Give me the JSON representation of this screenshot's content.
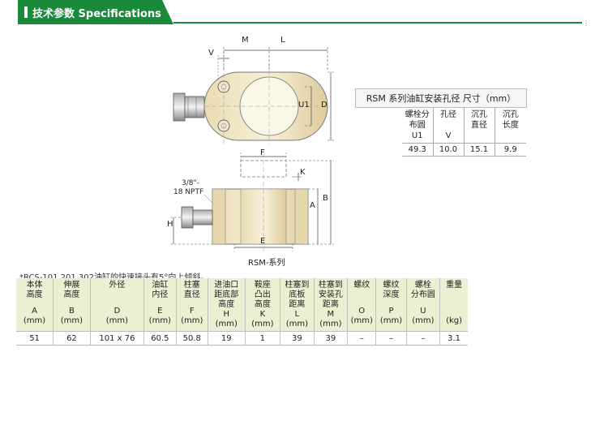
{
  "header": {
    "title": "技术参数 Specifications",
    "accent_color": "#1a8a3a"
  },
  "drawing": {
    "labels": {
      "V": "V",
      "M": "M",
      "L": "L",
      "U1": "U1",
      "D": "D",
      "F": "F",
      "K": "K",
      "A": "A",
      "B": "B",
      "H": "H",
      "E": "E",
      "port_line1": "3/8\"-",
      "port_line2": "18 NPTF"
    },
    "caption": "RSM-系列"
  },
  "rsm_table": {
    "caption": "RSM 系列油缸安装孔径 尺寸（mm）",
    "headers": [
      "螺栓分布圆 U1",
      "孔径 V",
      "沉孔直径",
      "沉孔长度"
    ],
    "values": [
      "49.3",
      "10.0",
      "15.1",
      "9.9"
    ]
  },
  "note": "*RCS-101,201,302油缸的快速接头有5°向上倾斜。",
  "spec_table": {
    "columns": [
      {
        "name": "本体高度",
        "symbol": "A",
        "unit": "(mm)"
      },
      {
        "name": "伸展高度",
        "symbol": "B",
        "unit": "(mm)"
      },
      {
        "name": "外径",
        "symbol": "D",
        "unit": "(mm)"
      },
      {
        "name": "油缸内径",
        "symbol": "E",
        "unit": "(mm)"
      },
      {
        "name": "柱塞直径",
        "symbol": "F",
        "unit": "(mm)"
      },
      {
        "name": "进油口距底部高度",
        "symbol": "H",
        "unit": "(mm)"
      },
      {
        "name": "鞍座凸出高度",
        "symbol": "K",
        "unit": "(mm)"
      },
      {
        "name": "柱塞到底板距离",
        "symbol": "L",
        "unit": "(mm)"
      },
      {
        "name": "柱塞到安装孔距离",
        "symbol": "M",
        "unit": "(mm)"
      },
      {
        "name": "螺纹",
        "symbol": "O",
        "unit": "(mm)"
      },
      {
        "name": "螺纹深度",
        "symbol": "P",
        "unit": "(mm)"
      },
      {
        "name": "螺栓分布圆",
        "symbol": "U",
        "unit": "(mm)"
      },
      {
        "name": "重量",
        "symbol": "",
        "unit": "(kg)"
      }
    ],
    "values": [
      "51",
      "62",
      "101 x 76",
      "60.5",
      "50.8",
      "19",
      "1",
      "39",
      "39",
      "–",
      "–",
      "–",
      "3.1"
    ]
  }
}
